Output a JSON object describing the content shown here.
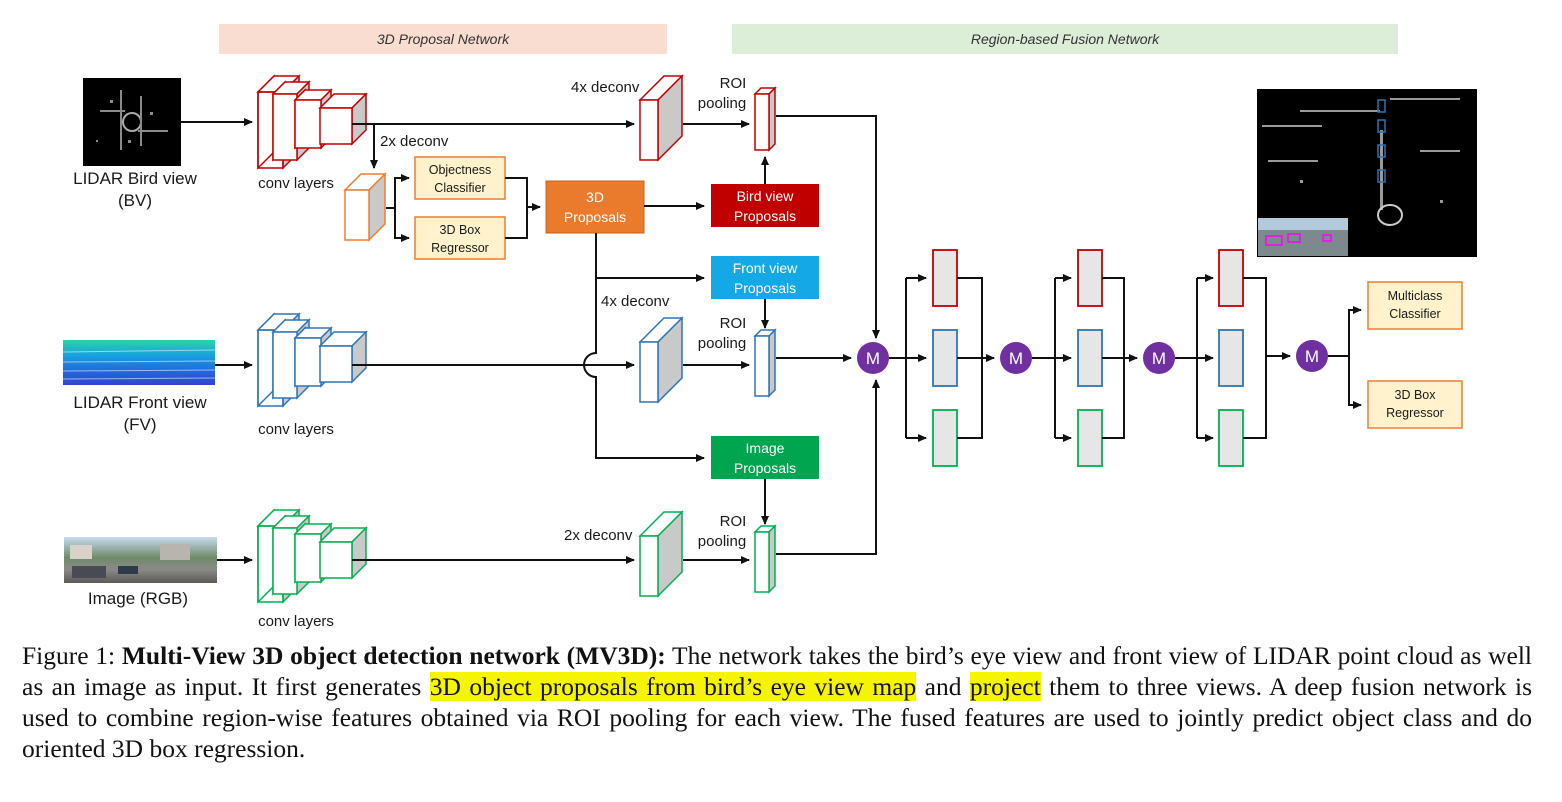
{
  "headers": {
    "proposal_network": "3D Proposal Network",
    "fusion_network": "Region-based Fusion Network"
  },
  "inputs": {
    "bv": {
      "line1": "LIDAR Bird view",
      "line2": "(BV)"
    },
    "fv": {
      "line1": "LIDAR Front view",
      "line2": "(FV)"
    },
    "rgb": {
      "line1": "Image (RGB)"
    }
  },
  "labels": {
    "conv_layers": "conv layers",
    "deconv_2x": "2x deconv",
    "deconv_4x": "4x deconv",
    "roi_line1": "ROI",
    "roi_line2": "pooling",
    "merge": "M"
  },
  "rpn_heads": {
    "objectness": {
      "line1": "Objectness",
      "line2": "Classifier"
    },
    "box_regressor": {
      "line1": "3D Box",
      "line2": "Regressor"
    }
  },
  "proposals": {
    "main": {
      "line1": "3D",
      "line2": "Proposals",
      "color": "#ea7a2c"
    },
    "bird": {
      "line1": "Bird view",
      "line2": "Proposals",
      "color": "#c00000"
    },
    "front": {
      "line1": "Front view",
      "line2": "Proposals",
      "color": "#14a8e6"
    },
    "image": {
      "line1": "Image",
      "line2": "Proposals",
      "color": "#00a550"
    }
  },
  "outputs": {
    "classifier": {
      "line1": "Multiclass",
      "line2": "Classifier"
    },
    "regressor": {
      "line1": "3D Box",
      "line2": "Regressor"
    }
  },
  "colors": {
    "bv_stream": "#c00000",
    "fv_stream": "#2e75b6",
    "rgb_stream": "#00b050",
    "rpn_stream": "#ed7d31",
    "header_orange": "#f9ddd0",
    "header_green": "#dcedd8",
    "merge_purple": "#7030a0",
    "head_fill": "#fff2cc",
    "highlight": "#f5f500"
  },
  "caption": {
    "prefix": "Figure 1: ",
    "bold": "Multi-View 3D object detection network (MV3D):",
    "part1": " The network takes the bird’s eye view and front view of LIDAR point cloud as well as an image as input. It first generates ",
    "highlight1": "3D object proposals from bird’s eye view map",
    "part2": " and ",
    "highlight2": "project",
    "part3": " them to three views. A deep fusion network is used to combine region-wise features obtained via ROI pooling for each view. The fused features are used to jointly predict object class and do oriented 3D box regression."
  }
}
